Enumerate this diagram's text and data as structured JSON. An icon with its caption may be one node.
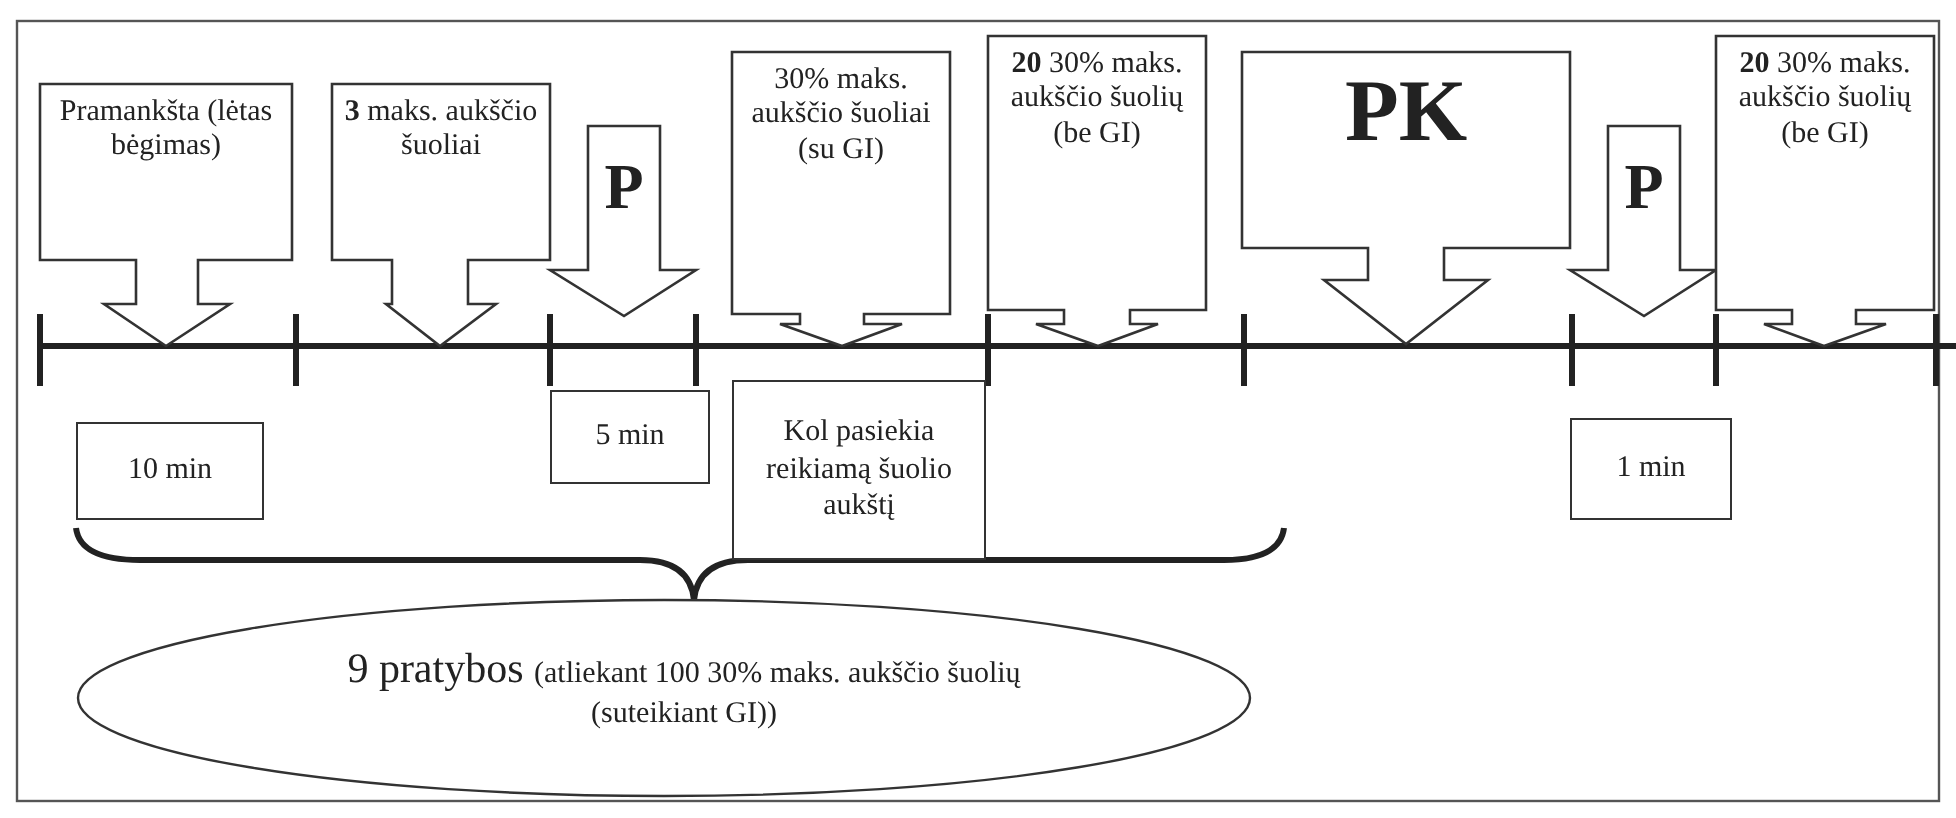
{
  "diagram": {
    "nodes": [
      {
        "text": [
          "Pramankšta (lėtas bėgimas)"
        ]
      },
      {
        "text": [
          "**3** maks. aukščio šuoliai"
        ]
      },
      {
        "text": [
          "P"
        ]
      },
      {
        "text": [
          "30% maks. aukščio šuoliai (su GI)"
        ]
      },
      {
        "text": [
          "**20** 30% maks. aukščio šuolių (be GI)"
        ]
      },
      {
        "text": [
          "PK"
        ]
      },
      {
        "text": [
          "P"
        ]
      },
      {
        "text": [
          "**20** 30% maks. aukščio šuolių (be GI)"
        ]
      },
      {
        "text": [
          "10 min"
        ]
      },
      {
        "text": [
          "5 min"
        ]
      },
      {
        "text": [
          "Kol pasiekia reikiamą šuolio aukštį"
        ]
      },
      {
        "text": [
          "1 min"
        ]
      },
      {
        "text": [
          "9 pratybos",
          "(atliekant 100 30% maks. aukščio šuolių (suteikiant GI))"
        ]
      }
    ]
  }
}
